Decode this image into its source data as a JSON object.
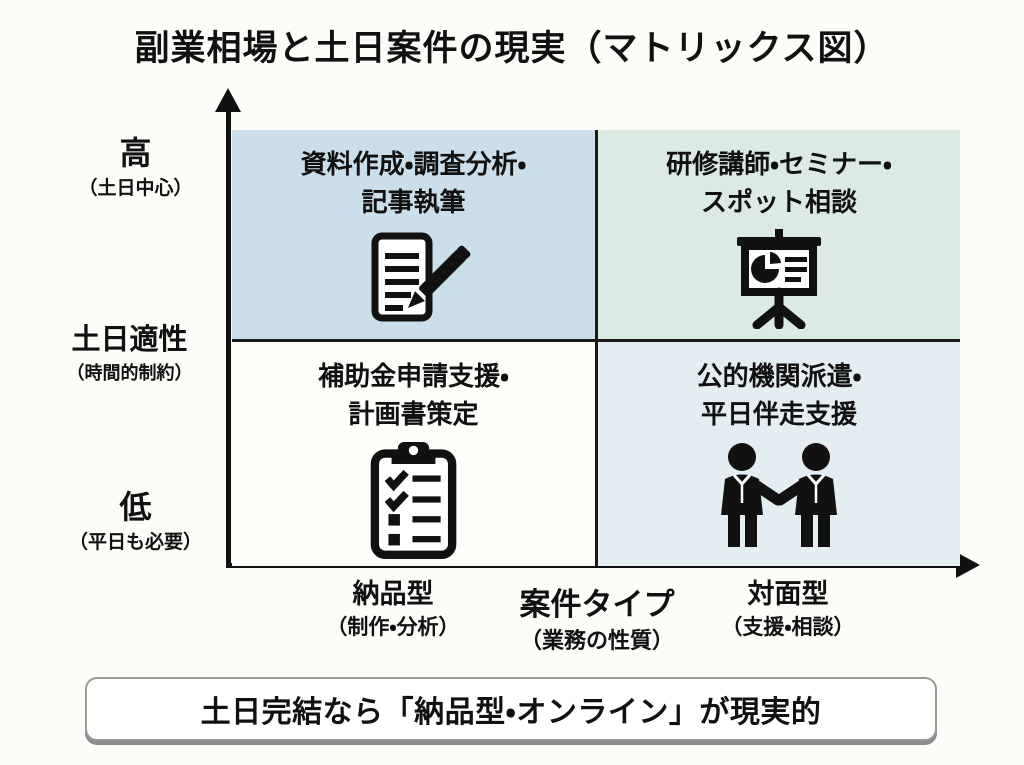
{
  "title": "副業相場と土日案件の現実（マトリックス図）",
  "y_axis": {
    "name": "weekend-suitability-axis",
    "high": {
      "label": "高",
      "sub": "（土日中心）"
    },
    "mid": {
      "label": "土日適性",
      "sub": "（時間的制約）"
    },
    "low": {
      "label": "低",
      "sub": "（平日も必要）"
    }
  },
  "x_axis": {
    "name": "project-type-axis",
    "left": {
      "label": "納品型",
      "sub": "（制作・分析）"
    },
    "center": {
      "label": "案件タイプ",
      "sub": "（業務の性質）"
    },
    "right": {
      "label": "対面型",
      "sub": "（支援・相談）"
    }
  },
  "quadrants": {
    "top_left": {
      "line1": "資料作成・調査分析・",
      "line2": "記事執筆",
      "icon": "document-pencil-icon",
      "bg": "#cbdeeb"
    },
    "top_right": {
      "line1": "研修講師・セミナー・",
      "line2": "スポット相談",
      "icon": "presentation-chart-icon",
      "bg": "#dbeae3"
    },
    "bottom_left": {
      "line1": "補助金申請支援・",
      "line2": "計画書策定",
      "icon": "checklist-clipboard-icon",
      "bg": "#fdfdfa"
    },
    "bottom_right": {
      "line1": "公的機関派遣・",
      "line2": "平日伴走支援",
      "icon": "handshake-people-icon",
      "bg": "#e4edf2"
    }
  },
  "conclusion": "土日完結なら「納品型・オンライン」が現実的",
  "colors": {
    "axis": "#111111",
    "grid_line": "#1a1a1a",
    "quadrant_top_left": "#cbdeeb",
    "quadrant_top_right": "#dbeae3",
    "quadrant_bottom_left": "#fdfdfa",
    "quadrant_bottom_right": "#e4edf2",
    "conclusion_border": "#9a9a9a",
    "background": "#fcfcf9"
  }
}
